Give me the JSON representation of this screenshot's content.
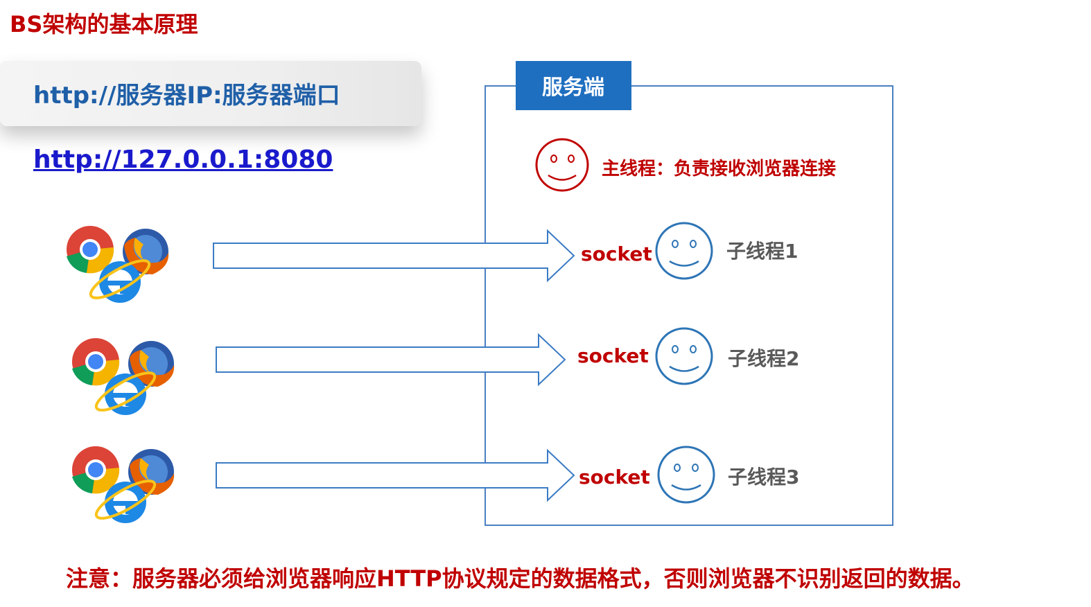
{
  "title": "BS架构的基本原理",
  "url_pattern": "http://服务器IP:服务器端口",
  "url_example": "http://127.0.0.1:8080",
  "server": {
    "label": "服务端",
    "main_thread": "主线程：负责接收浏览器连接"
  },
  "connections": [
    {
      "socket_label": "socket",
      "thread_label": "子线程1"
    },
    {
      "socket_label": "socket",
      "thread_label": "子线程2"
    },
    {
      "socket_label": "socket",
      "thread_label": "子线程3"
    }
  ],
  "note": "注意：服务器必须给浏览器响应HTTP协议规定的数据格式，否则浏览器不识别返回的数据。",
  "colors": {
    "title_red": "#c00000",
    "url_blue": "#1f5fa8",
    "frame_blue": "#4a7fc1",
    "header_blue": "#1f6fc0",
    "face_blue": "#2e75b6",
    "face_red": "#c00000"
  }
}
